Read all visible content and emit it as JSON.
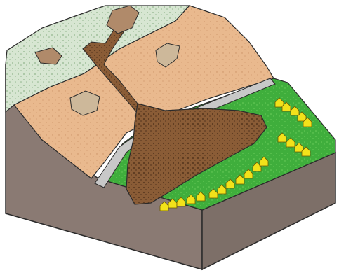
{
  "diagram": {
    "type": "block-diagram",
    "subject": "debris-flow",
    "colors": {
      "block_side_left": "#8a7a73",
      "block_side_front": "#7d6f68",
      "block_edge": "#2b2b2b",
      "upper_slope": "#d7e6d2",
      "upper_slope_speckle": "#8fb48a",
      "hillside": "#e9b98e",
      "hillside_speckle": "#c98f63",
      "plain": "#3fae3c",
      "plain_speckle": "#6fcf5e",
      "road": "#c8c8c8",
      "debris": "#8a5c36",
      "debris_speckle": "#5c3a20",
      "slide_scar": "#cdb89a",
      "houses": "#f2e21a"
    },
    "houses": {
      "count": 21
    }
  }
}
